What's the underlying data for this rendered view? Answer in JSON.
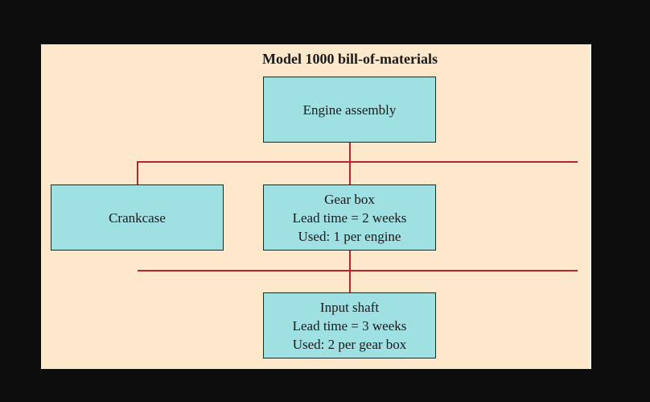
{
  "diagram": {
    "title": "Model 1000 bill-of-materials",
    "nodes": {
      "engine": {
        "lines": [
          "Engine assembly"
        ]
      },
      "crankcase": {
        "lines": [
          "Crankcase"
        ]
      },
      "gearbox": {
        "lines": [
          "Gear box",
          "Lead time = 2 weeks",
          "Used: 1 per engine"
        ]
      },
      "inputshaft": {
        "lines": [
          "Input shaft",
          "Lead time = 3 weeks",
          "Used: 2 per gear box"
        ]
      }
    },
    "colors": {
      "background": "#fde8cc",
      "box_fill": "#9fe0e3",
      "connector": "#b5262b",
      "outer": "#0d0d0d"
    }
  }
}
